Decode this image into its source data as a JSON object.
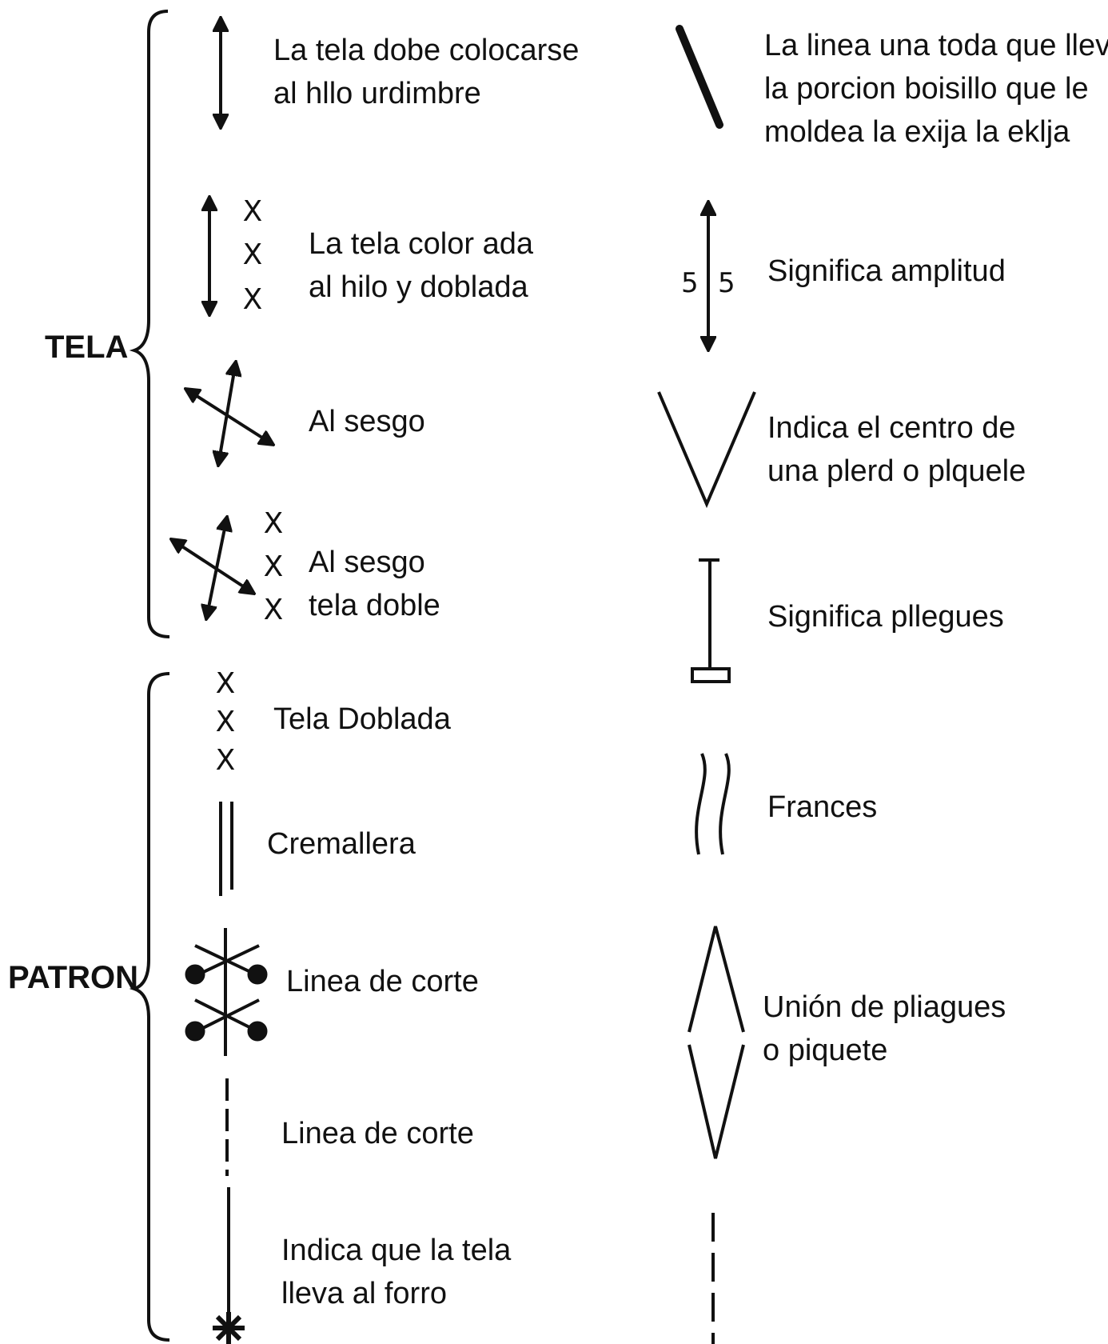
{
  "groups": {
    "tela": "TELA",
    "patron": "PATRON"
  },
  "left_column": [
    {
      "symbol": "arrow-vertical-icon",
      "lines": [
        "La tela dobe colocarse",
        "al hllo urdimbre"
      ]
    },
    {
      "symbol": "arrow-vertical-x-icon",
      "lines": [
        "La tela color ada",
        "al hilo y doblada"
      ]
    },
    {
      "symbol": "bias-cross-arrows-icon",
      "lines": [
        "Al sesgo"
      ]
    },
    {
      "symbol": "bias-cross-arrows-x-icon",
      "lines": [
        "Al sesgo",
        "tela doble"
      ]
    },
    {
      "symbol": "triple-x-icon",
      "lines": [
        "Tela Doblada"
      ]
    },
    {
      "symbol": "double-line-icon",
      "lines": [
        "Cremallera"
      ]
    },
    {
      "symbol": "cutting-line-dots-icon",
      "lines": [
        "Linea de corte"
      ]
    },
    {
      "symbol": "dashed-line-icon",
      "lines": [
        "Linea de corte"
      ]
    },
    {
      "symbol": "line-with-asterisk-icon",
      "lines": [
        "Indica que la tela",
        "lleva al forro"
      ]
    }
  ],
  "right_column": [
    {
      "symbol": "diagonal-bar-icon",
      "lines": [
        "La linea una toda que lleva",
        "la porcion boisillo que le",
        "moldea la exija la eklja"
      ]
    },
    {
      "symbol": "arrow-amplitude-icon",
      "lines": [
        "Significa amplitud"
      ]
    },
    {
      "symbol": "v-shape-icon",
      "lines": [
        "Indica el centro de",
        "una plerd o plquele"
      ]
    },
    {
      "symbol": "pleat-marker-icon",
      "lines": [
        "Significa pllegues"
      ]
    },
    {
      "symbol": "wavy-lines-icon",
      "lines": [
        "Frances"
      ]
    },
    {
      "symbol": "diamond-icon",
      "lines": [
        "Unión de pliagues",
        "o piquete"
      ]
    },
    {
      "symbol": "dashed-vertical-icon",
      "lines": []
    }
  ],
  "marks": {
    "x": "X",
    "five": "5"
  }
}
